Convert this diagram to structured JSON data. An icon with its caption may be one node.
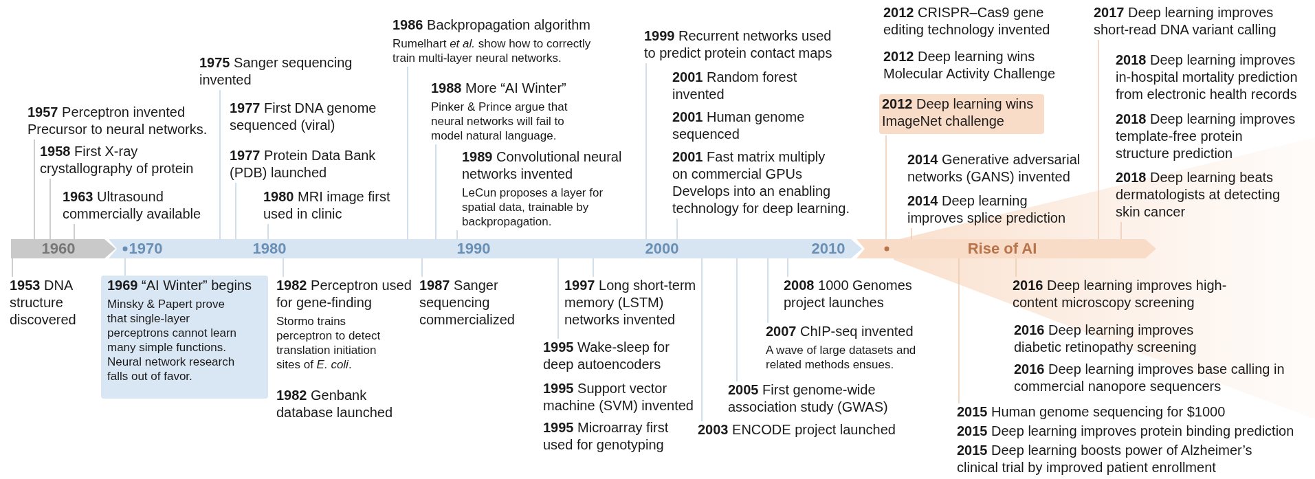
{
  "diagram": {
    "nodes": [
      {
        "text": [
          "1960"
        ]
      },
      {
        "text": [
          "1970",
          "1980",
          "1990",
          "2000",
          "2010"
        ]
      },
      {
        "text": [
          "Rise of AI"
        ]
      },
      {
        "text": [
          "**1953** DNA structure discovered"
        ]
      },
      {
        "text": [
          "**1957** Perceptron invented",
          "Precursor to neural networks."
        ]
      },
      {
        "text": [
          "**1958** First X-ray crystallography of protein"
        ]
      },
      {
        "text": [
          "**1963** Ultrasound commercially available"
        ]
      },
      {
        "text": [
          "**1969** “AI Winter” begins",
          "Minsky & Papert prove that single-layer perceptrons cannot learn many simple functions. Neural network research falls out of favor."
        ]
      },
      {
        "text": [
          "**1975** Sanger sequencing invented"
        ]
      },
      {
        "text": [
          "**1977** First DNA genome sequenced (viral)"
        ]
      },
      {
        "text": [
          "**1977** Protein Data Bank (PDB) launched"
        ]
      },
      {
        "text": [
          "**1980** MRI image first used in clinic"
        ]
      },
      {
        "text": [
          "**1982** Perceptron used for gene-finding",
          "Stormo trains perceptron to detect translation initiation sites of *E. coli*."
        ]
      },
      {
        "text": [
          "**1982** Genbank database launched"
        ]
      },
      {
        "text": [
          "**1986** Backpropagation algorithm",
          "Rumelhart *et al.* show how to correctly train multi-layer neural networks."
        ]
      },
      {
        "text": [
          "**1987** Sanger sequencing commercialized"
        ]
      },
      {
        "text": [
          "**1988** More “AI Winter”",
          "Pinker & Prince argue that neural networks will fail to model natural language."
        ]
      },
      {
        "text": [
          "**1989** Convolutional neural networks invented",
          "LeCun proposes a layer for spatial data, trainable by backpropagation."
        ]
      },
      {
        "text": [
          "**1995** Wake-sleep for deep autoencoders"
        ]
      },
      {
        "text": [
          "**1995** Support vector machine (SVM) invented"
        ]
      },
      {
        "text": [
          "**1995** Microarray first used for genotyping"
        ]
      },
      {
        "text": [
          "**1997** Long short-term memory (LSTM) networks invented"
        ]
      },
      {
        "text": [
          "**1999** Recurrent networks used to predict protein contact maps"
        ]
      },
      {
        "text": [
          "**2001** Random forest invented"
        ]
      },
      {
        "text": [
          "**2001** Human genome sequenced"
        ]
      },
      {
        "text": [
          "**2001** Fast matrix multiply on commercial GPUs",
          "Develops into an enabling technology for deep learning."
        ]
      },
      {
        "text": [
          "**2003** ENCODE project launched"
        ]
      },
      {
        "text": [
          "**2005** First genome-wide association study (GWAS)"
        ]
      },
      {
        "text": [
          "**2007** ChIP-seq invented",
          "A wave of large datasets and related methods ensues."
        ]
      },
      {
        "text": [
          "**2008** 1000 Genomes project launches"
        ]
      },
      {
        "text": [
          "**2012** CRISPR–Cas9 gene editing technology invented"
        ]
      },
      {
        "text": [
          "**2012** Deep learning wins Molecular Activity Challenge"
        ]
      },
      {
        "text": [
          "**2012** Deep learning wins ImageNet challenge"
        ]
      },
      {
        "text": [
          "**2014** Generative adversarial networks (GANS) invented"
        ]
      },
      {
        "text": [
          "**2014** Deep learning improves splice prediction"
        ]
      },
      {
        "text": [
          "**2015** Human genome sequencing for $1000"
        ]
      },
      {
        "text": [
          "**2015** Deep learning improves protein binding prediction"
        ]
      },
      {
        "text": [
          "**2015** Deep learning boosts power of Alzheimer’s clinical trial by improved patient enrollment"
        ]
      },
      {
        "text": [
          "**2016** Deep learning improves high-content microscopy screening"
        ]
      },
      {
        "text": [
          "**2016** Deep learning improves diabetic retinopathy screening"
        ]
      },
      {
        "text": [
          "**2016** Deep learning improves base calling in commercial nanopore sequencers"
        ]
      },
      {
        "text": [
          "**2017** Deep learning improves short-read DNA variant calling"
        ]
      },
      {
        "text": [
          "**2018** Deep learning improves in-hospital mortality prediction from electronic health records"
        ]
      },
      {
        "text": [
          "**2018** Deep learning improves template-free protein structure prediction"
        ]
      },
      {
        "text": [
          "**2018** Deep learning beats dermatologists at detecting skin cancer"
        ]
      }
    ],
    "edges": [
      {
        "from": 3,
        "to": 0,
        "arrow": "none"
      },
      {
        "from": 4,
        "to": 0,
        "arrow": "none"
      },
      {
        "from": 5,
        "to": 0,
        "arrow": "none"
      },
      {
        "from": 6,
        "to": 0,
        "arrow": "none"
      },
      {
        "from": 7,
        "to": 1,
        "arrow": "none"
      },
      {
        "from": 8,
        "to": 1,
        "arrow": "none"
      },
      {
        "from": 10,
        "to": 1,
        "arrow": "none"
      },
      {
        "from": 11,
        "to": 1,
        "arrow": "none"
      },
      {
        "from": 12,
        "to": 1,
        "arrow": "none"
      },
      {
        "from": 14,
        "to": 1,
        "arrow": "none"
      },
      {
        "from": 15,
        "to": 1,
        "arrow": "none"
      },
      {
        "from": 16,
        "to": 1,
        "arrow": "none"
      },
      {
        "from": 17,
        "to": 1,
        "arrow": "none"
      },
      {
        "from": 18,
        "to": 1,
        "arrow": "none"
      },
      {
        "from": 21,
        "to": 1,
        "arrow": "none"
      },
      {
        "from": 22,
        "to": 1,
        "arrow": "none"
      },
      {
        "from": 25,
        "to": 1,
        "arrow": "none"
      },
      {
        "from": 26,
        "to": 1,
        "arrow": "none"
      },
      {
        "from": 27,
        "to": 1,
        "arrow": "none"
      },
      {
        "from": 28,
        "to": 1,
        "arrow": "none"
      },
      {
        "from": 29,
        "to": 1,
        "arrow": "none"
      },
      {
        "from": 32,
        "to": 2,
        "arrow": "none"
      },
      {
        "from": 34,
        "to": 2,
        "arrow": "none"
      },
      {
        "from": 35,
        "to": 2,
        "arrow": "none"
      },
      {
        "from": 38,
        "to": 2,
        "arrow": "none"
      },
      {
        "from": 41,
        "to": 2,
        "arrow": "none"
      },
      {
        "from": 44,
        "to": 2,
        "arrow": "none"
      }
    ]
  }
}
